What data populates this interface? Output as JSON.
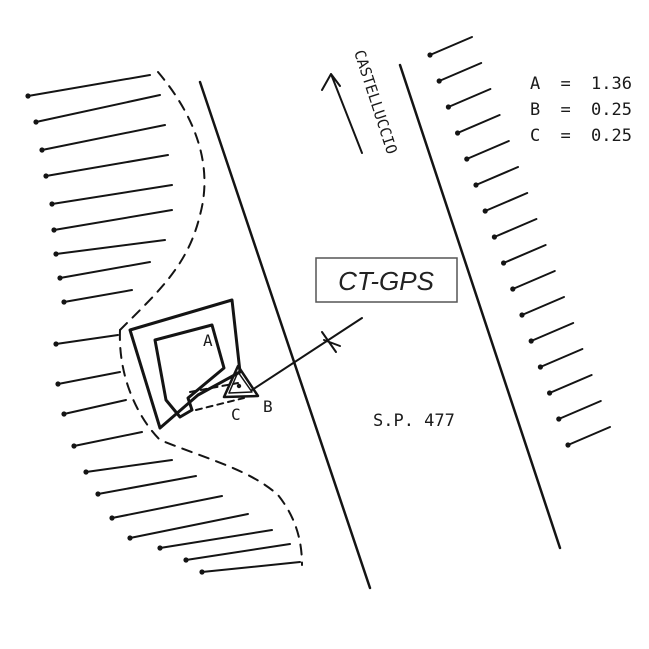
{
  "legend": [
    {
      "key": "A",
      "value": "1.36"
    },
    {
      "key": "B",
      "value": "0.25"
    },
    {
      "key": "C",
      "value": "0.25"
    }
  ],
  "legend_separator": "=",
  "road_label": "S.P. 477",
  "direction_label": "CASTELLUCCIO",
  "station_label": "CT-GPS",
  "point_labels": {
    "a": "A",
    "b": "B",
    "c": "C"
  },
  "colors": {
    "ink": "#141414",
    "label_border": "#555555"
  },
  "icons": [
    "north-arrow-icon",
    "gps-station-triangle-icon"
  ]
}
